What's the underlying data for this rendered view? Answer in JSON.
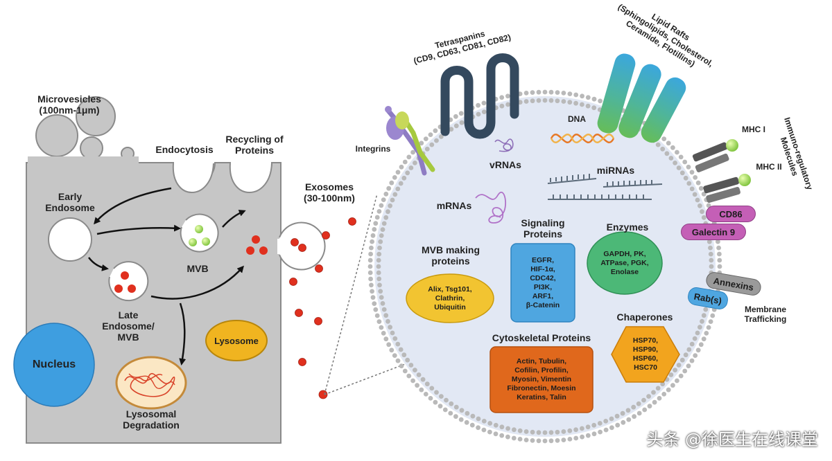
{
  "labels": {
    "microvesicles": "Microvesicles",
    "microvesicles_size": "(100nm-1μm)",
    "endocytosis": "Endocytosis",
    "recycling_line1": "Recycling of",
    "recycling_line2": "Proteins",
    "early_endosome_line1": "Early",
    "early_endosome_line2": "Endosome",
    "mvb": "MVB",
    "late_endosome_line1": "Late",
    "late_endosome_line2": "Endosome/",
    "late_endosome_line3": "MVB",
    "lysosome": "Lysosome",
    "nucleus": "Nucleus",
    "lysosomal_line1": "Lysosomal",
    "lysosomal_line2": "Degradation",
    "exosomes": "Exosomes",
    "exosomes_size": "(30-100nm)",
    "tetraspanins_line1": "Tetraspanins",
    "tetraspanins_line2": "(CD9, CD63, CD81, CD82)",
    "lipid_rafts_line1": "Lipid Rafts",
    "lipid_rafts_line2": "(Sphingolipids, Cholesterol,",
    "lipid_rafts_line3": "Ceramide, Flotillins)",
    "integrins": "Integrins",
    "dna": "DNA",
    "vrnas": "vRNAs",
    "mirnas": "miRNAs",
    "mrnas": "mRNAs",
    "immuno_line1": "Immuno-regulatory",
    "immuno_line2": "Molecules",
    "mhc1": "MHC I",
    "mhc2": "MHC II",
    "cd86": "CD86",
    "galectin": "Galectin 9",
    "annexins": "Annexins",
    "rabs": "Rab(s)",
    "membrane_line1": "Membrane",
    "membrane_line2": "Trafficking",
    "signaling_line1": "Signaling",
    "signaling_line2": "Proteins",
    "enzymes": "Enzymes",
    "mvb_making_line1": "MVB making",
    "mvb_making_line2": "proteins",
    "chaperones": "Chaperones",
    "cytoskeletal": "Cytoskeletal Proteins"
  },
  "boxes": {
    "signaling": [
      "EGFR,",
      "HIF-1α,",
      "CDC42,",
      "PI3K,",
      "ARF1,",
      "β-Catenin"
    ],
    "enzymes": [
      "GAPDH, PK,",
      "ATPase, PGK,",
      "Enolase"
    ],
    "mvb_making": [
      "Alix, Tsg101,",
      "Clathrin,",
      "Ubiquitin"
    ],
    "chaperones": [
      "HSP70,",
      "HSP90,",
      "HSP60,",
      "HSC70"
    ],
    "cytoskeletal": [
      "Actin, Tubulin,",
      "Cofilin, Profilin,",
      "Myosin, Vimentin",
      "Fibronectin, Moesin",
      "Keratins, Talin"
    ]
  },
  "watermark": "头条 @徐医生在线课堂",
  "colors": {
    "cell": "#c6c6c6",
    "cell_border": "#8a8a8a",
    "exosome_fill": "#e2e8f4",
    "membrane_bead": "#b9b9b9",
    "particle": "#e0301e",
    "nucleus": "#3e9ee0",
    "lysosome": "#f0b420",
    "signaling_box": "#4fa6e0",
    "enzymes_box": "#4cb877",
    "mvb_box": "#f2c431",
    "chaperones_box": "#f2a41e",
    "cytoskeletal_box": "#e0681c",
    "cd86": "#c45fb6",
    "tetraspanin": "#34495e",
    "lipid_raft_a": "#3ba7dd",
    "lipid_raft_b": "#66bd58"
  }
}
